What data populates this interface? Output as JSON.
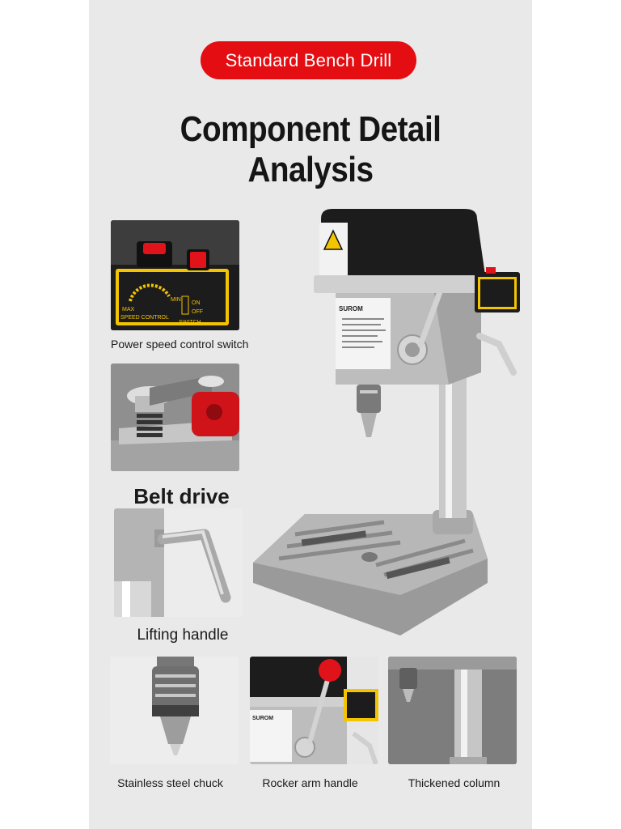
{
  "badge": {
    "label": "Standard Bench Drill"
  },
  "headline": "Component Detail Analysis",
  "product_brand": "SUROM",
  "details": [
    {
      "label": "Power speed control switch"
    },
    {
      "label": "Belt drive"
    },
    {
      "label": "Lifting handle"
    },
    {
      "label": "Stainless steel chuck"
    },
    {
      "label": "Rocker arm handle"
    },
    {
      "label": "Thickened column"
    }
  ],
  "control_panel": {
    "speed_text": "SPEED CONTROL",
    "max_text": "MAX",
    "min_text": "MIN",
    "switch_text": "SWITCH",
    "on_text": "ON",
    "off_text": "OFF"
  },
  "colors": {
    "badge_red": "#e30d12",
    "panel_bg": "#e9e9e9",
    "panel_yellow": "#f3c400",
    "body_silver": "#b9b9b9",
    "head_black": "#1c1c1c"
  }
}
